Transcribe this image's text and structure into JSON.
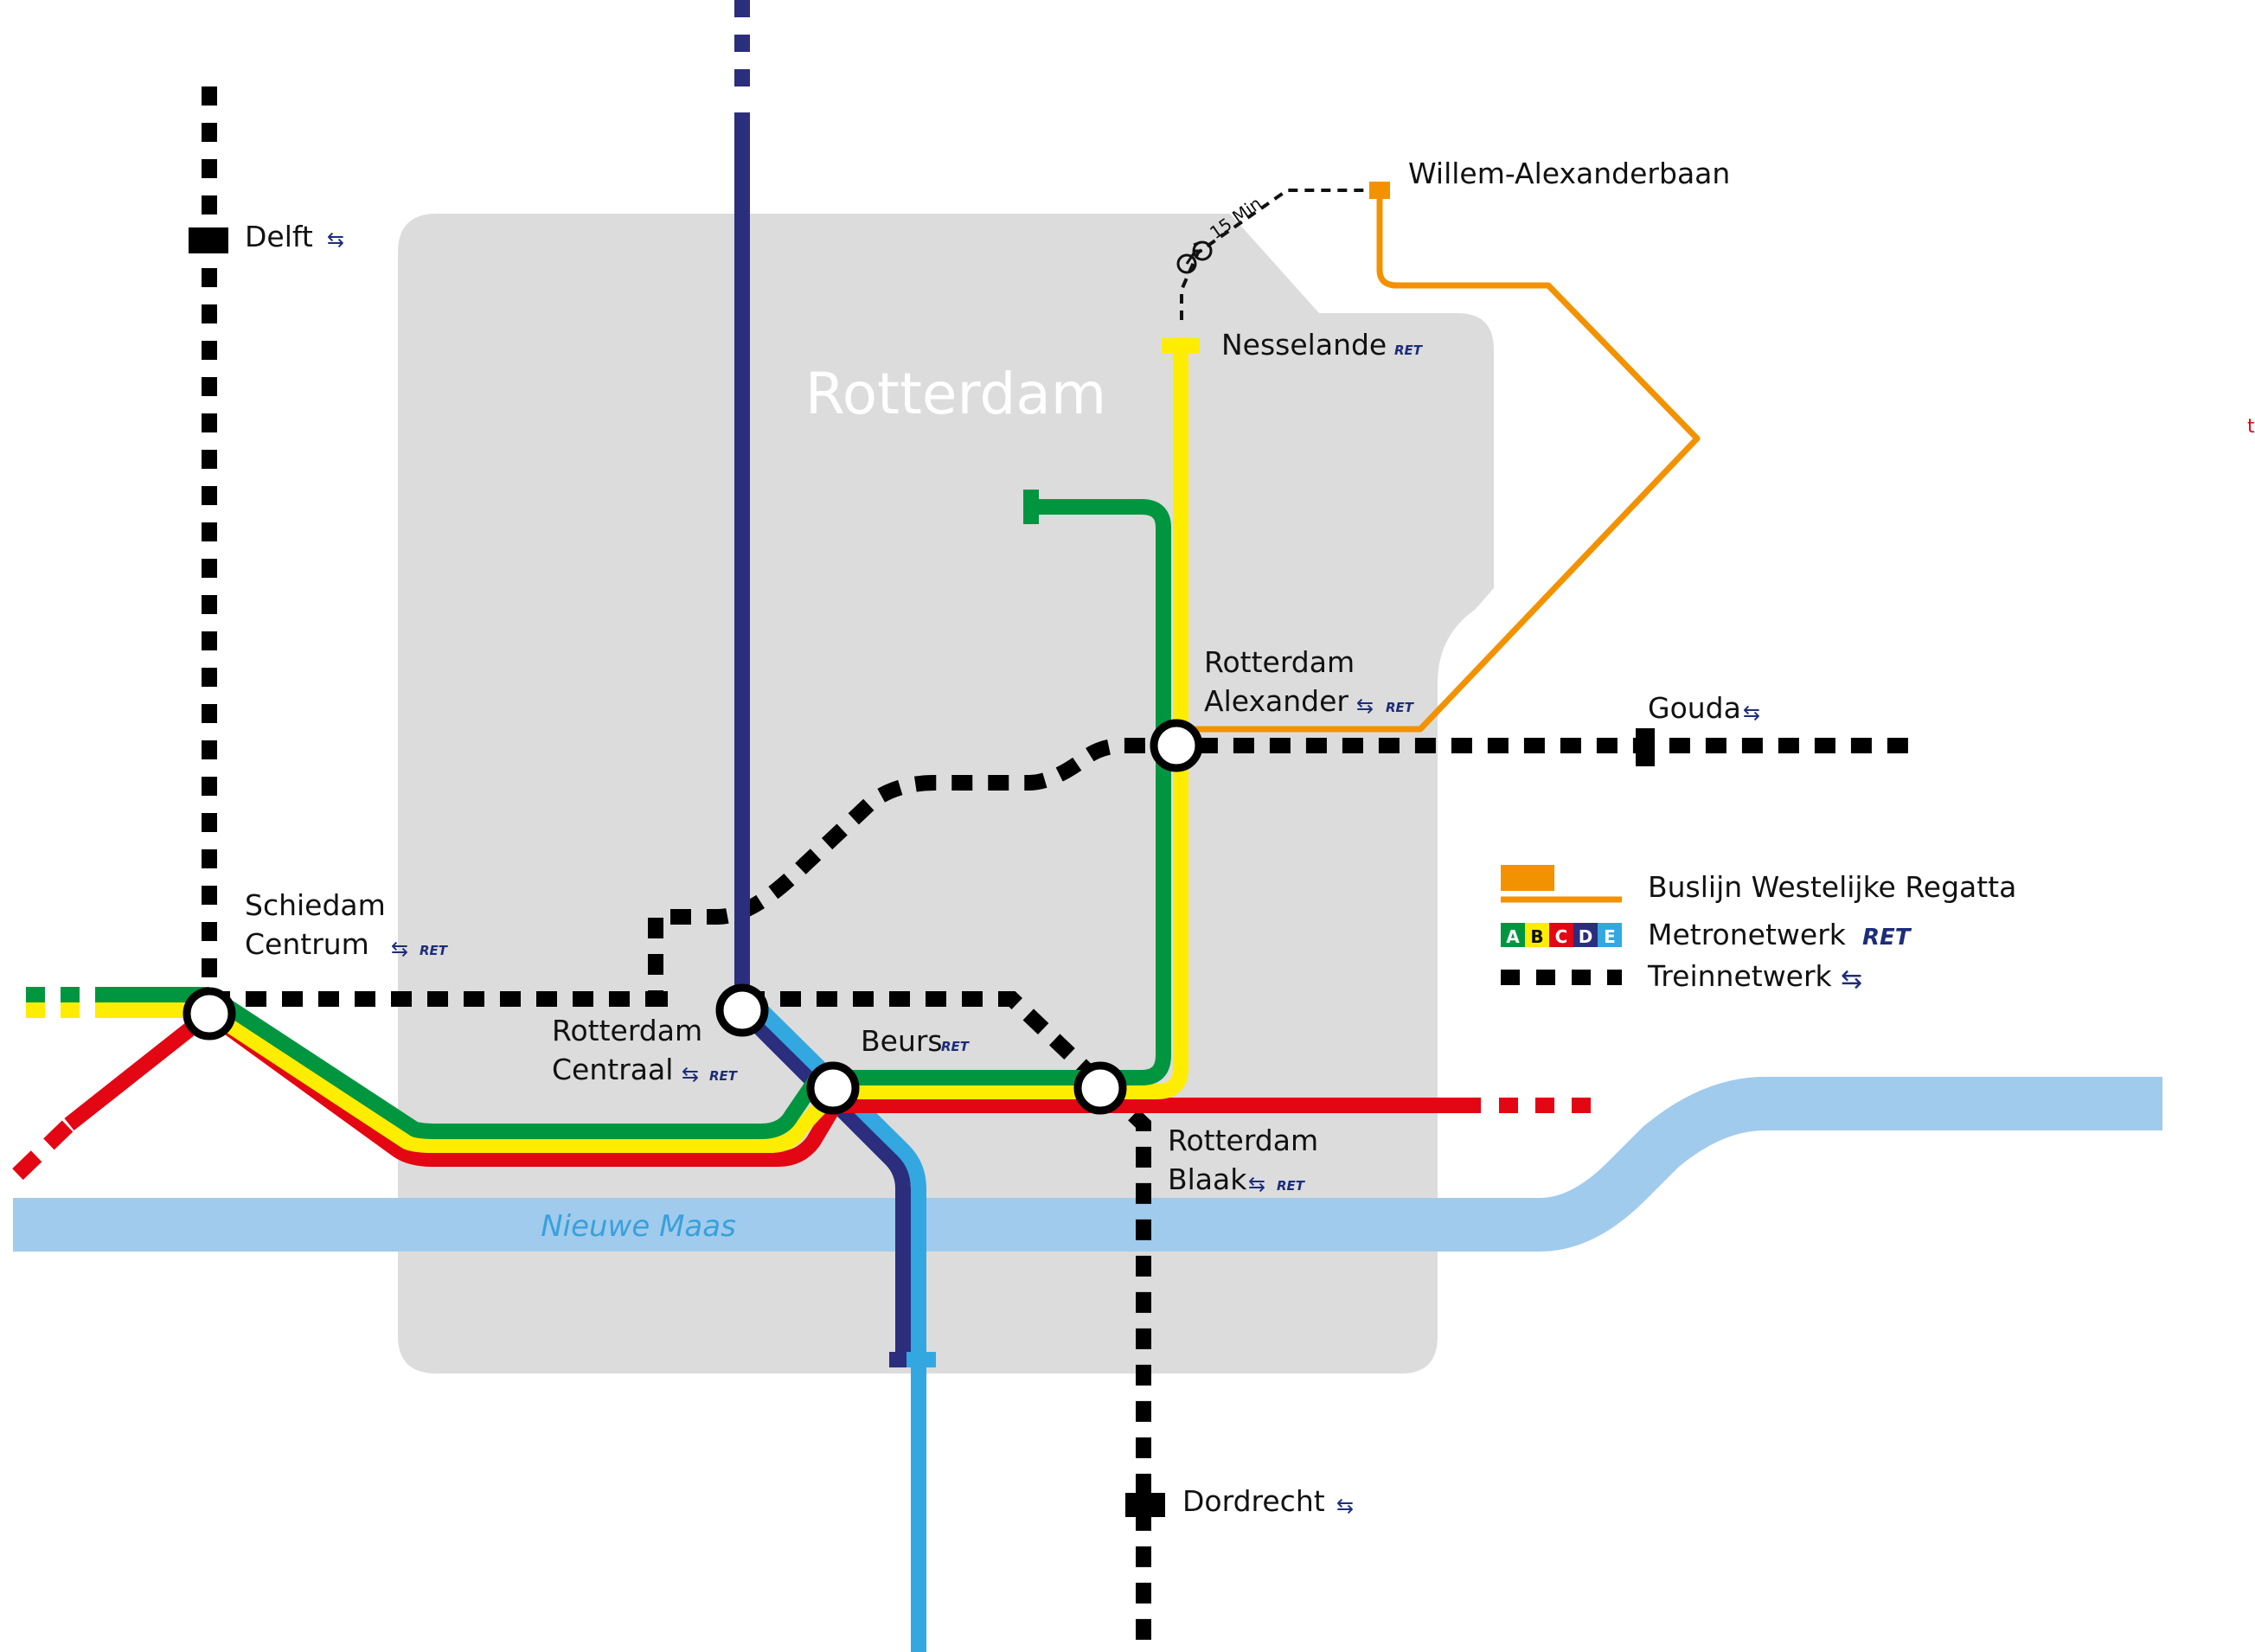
{
  "map": {
    "city": "Rotterdam",
    "river": "Nieuwe Maas",
    "colors": {
      "area": "#dcdcdc",
      "river": "#a0cbec",
      "river_text": "#3aa0dc",
      "metro_a": "#009640",
      "metro_b": "#ffed00",
      "metro_c": "#e30613",
      "metro_d": "#2a2e7d",
      "metro_e": "#33a8e0",
      "bus": "#f39200",
      "train": "#000000",
      "ns_blue": "#1d2d7a"
    },
    "stations": {
      "delft": "Delft",
      "schiedam_1": "Schiedam",
      "schiedam_2": "Centrum",
      "centraal_1": "Rotterdam",
      "centraal_2": "Centraal",
      "beurs": "Beurs",
      "blaak_1": "Rotterdam",
      "blaak_2": "Blaak",
      "alexander_1": "Rotterdam",
      "alexander_2": "Alexander",
      "nesselande": "Nesselande",
      "gouda": "Gouda",
      "dordrecht": "Dordrecht",
      "willem": "Willem-Alexanderbaan"
    },
    "bike_note": "15 Min",
    "ret_mark": "RET",
    "ns_mark": "⇆",
    "stray_mark": "t"
  },
  "legend": {
    "bus": "Buslijn Westelijke Regatta",
    "metro": "Metronetwerk",
    "train": "Treinnetwerk",
    "metro_letters": [
      "A",
      "B",
      "C",
      "D",
      "E"
    ]
  }
}
